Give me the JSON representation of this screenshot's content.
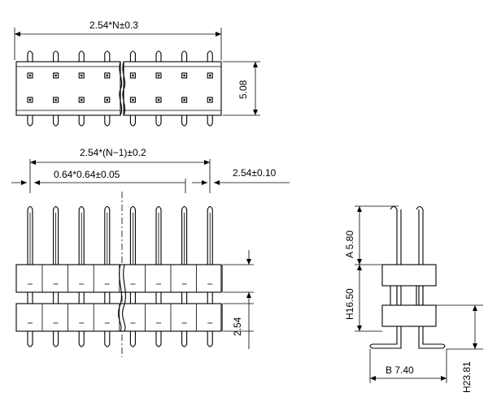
{
  "drawing": {
    "top_view": {
      "width_label": "2.54*N±0.3",
      "height_label": "5.08",
      "pin_count_shown": 8
    },
    "front_view": {
      "pitch_total_label": "2.54*(N−1)±0.2",
      "pin_size_label": "0.64*0.64±0.05",
      "pitch_label": "2.54±0.10",
      "row_spacing_label": "2.54"
    },
    "side_view": {
      "a_label": "A 5.80",
      "h_label": "H16.50",
      "b_label": "B 7.40",
      "h2_label": "H23.81"
    }
  }
}
